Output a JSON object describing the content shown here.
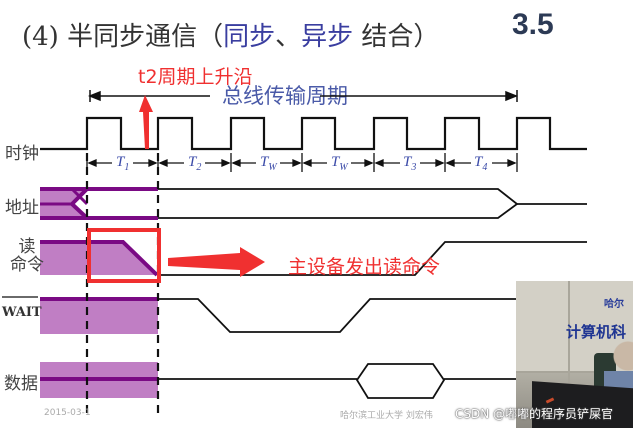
{
  "slide": {
    "title_prefix": "(4) 半同步通信（",
    "title_sync": "同步",
    "title_sep": "、",
    "title_async": "异步",
    "title_suffix": " 结合）",
    "section_number": "3.5",
    "bus_cycle_label": "总线传输周期",
    "footer_date": "2015-03-1",
    "footer_author": "哈尔滨工业大学  刘宏伟"
  },
  "annotations": {
    "t2_note": "t2周期上升沿",
    "main_note": "主设备发出读命令",
    "accent_color": "#f03030"
  },
  "signals": [
    {
      "label": "时钟"
    },
    {
      "label": "地址"
    },
    {
      "label_line1": "读",
      "label_line2": "命令"
    },
    {
      "label": "WAIT"
    },
    {
      "label": "数据"
    }
  ],
  "periods": [
    {
      "name": "T",
      "sub": "1"
    },
    {
      "name": "T",
      "sub": "2"
    },
    {
      "name": "T",
      "sub": "W"
    },
    {
      "name": "T",
      "sub": "W"
    },
    {
      "name": "T",
      "sub": "3"
    },
    {
      "name": "T",
      "sub": "4"
    }
  ],
  "colors": {
    "purple_fill": "#c07ec4",
    "purple_line": "#7a0a84",
    "title_blue": "#3a3ea0",
    "period_blue": "#3a4aa8"
  },
  "video_overlay": {
    "logo_line1": "哈尔",
    "logo_line2": "计算机科"
  },
  "watermark": "CSDN @嘟嘟的程序员铲屎官"
}
